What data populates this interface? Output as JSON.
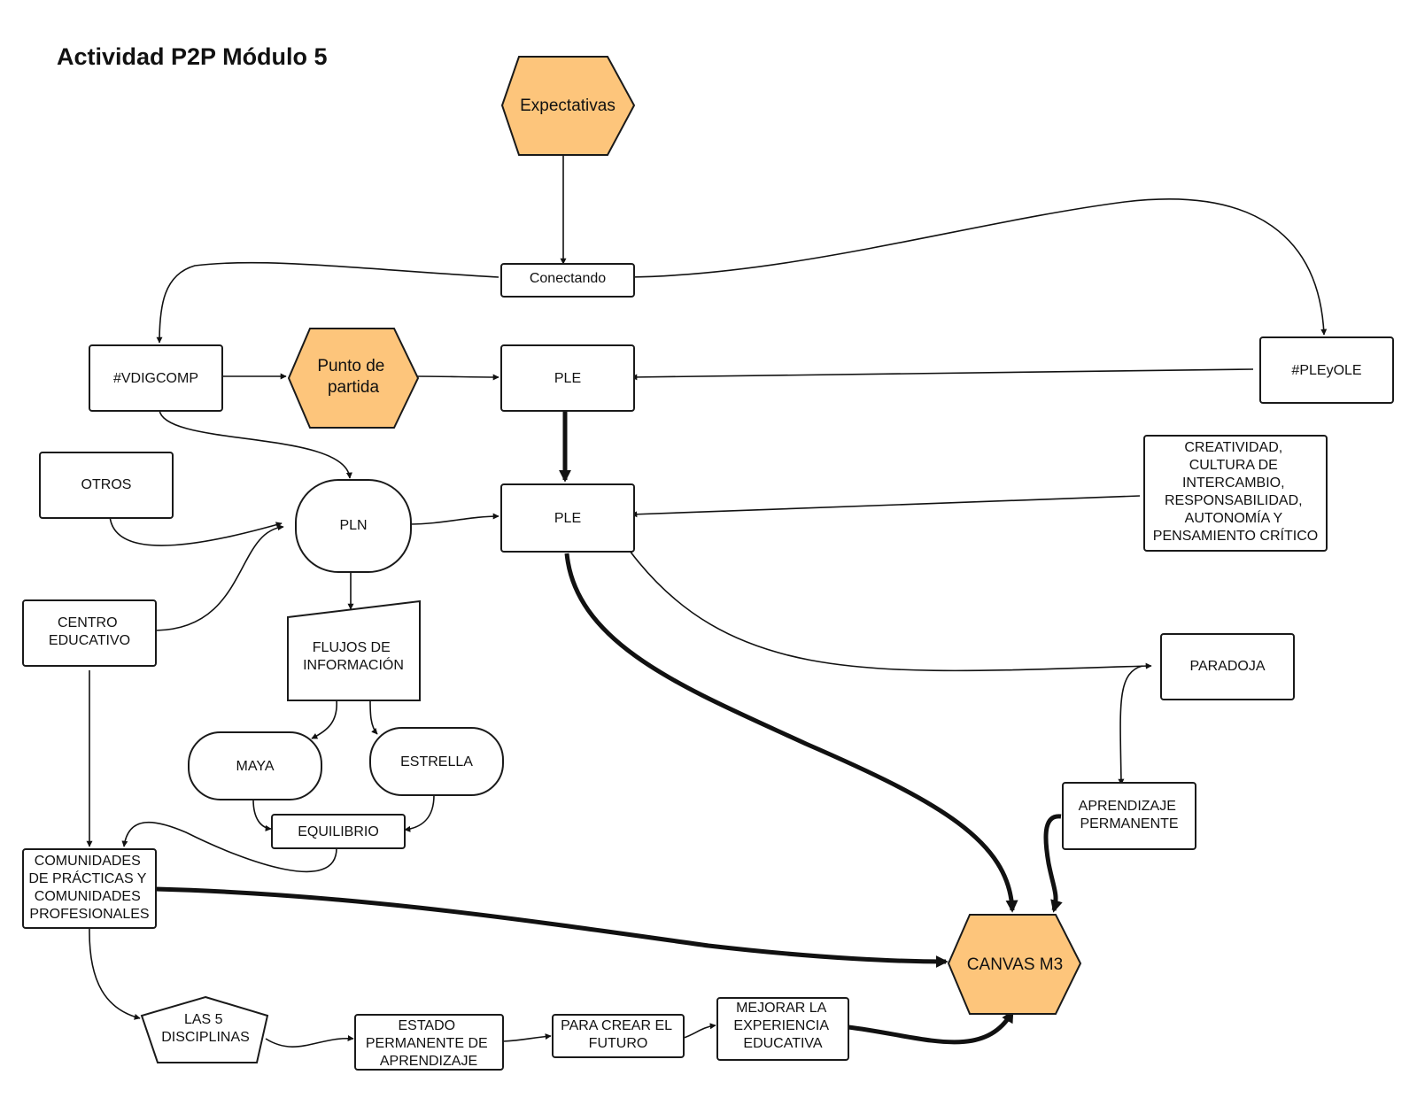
{
  "title": "Actividad P2P Módulo 5",
  "colors": {
    "accent": "#fdc57b",
    "stroke": "#1a1a1a",
    "background": "#ffffff"
  },
  "nodes": {
    "expectativas": [
      "Expectativas"
    ],
    "conectando": [
      "Conectando"
    ],
    "vdigcomp": [
      "#VDIGCOMP"
    ],
    "punto_partida": [
      "Punto de",
      "partida"
    ],
    "ple_top": [
      "PLE"
    ],
    "pleyole": [
      "#PLEyOLE"
    ],
    "otros": [
      "OTROS"
    ],
    "pln": [
      "PLN"
    ],
    "ple_mid": [
      "PLE"
    ],
    "creatividad": [
      "CREATIVIDAD,",
      "CULTURA DE",
      "INTERCAMBIO,",
      "RESPONSABILIDAD,",
      "AUTONOMÍA Y",
      "PENSAMIENTO CRÍTICO"
    ],
    "centro": [
      "CENTRO",
      "EDUCATIVO"
    ],
    "flujos": [
      "FLUJOS DE",
      "INFORMACIÓN"
    ],
    "paradoja": [
      "PARADOJA"
    ],
    "maya": [
      "MAYA"
    ],
    "estrella": [
      "ESTRELLA"
    ],
    "equilibrio": [
      "EQUILIBRIO"
    ],
    "aprendizaje": [
      "APRENDIZAJE",
      "PERMANENTE"
    ],
    "comunidades": [
      "COMUNIDADES",
      "DE PRÁCTICAS Y",
      "COMUNIDADES",
      "PROFESIONALES"
    ],
    "canvas": [
      "CANVAS M3"
    ],
    "disciplinas": [
      "LAS 5",
      "DISCIPLINAS"
    ],
    "estado": [
      "ESTADO",
      "PERMANENTE DE",
      "APRENDIZAJE"
    ],
    "crear": [
      "PARA CREAR EL",
      "FUTURO"
    ],
    "mejorar": [
      "MEJORAR LA",
      "EXPERIENCIA",
      "EDUCATIVA"
    ]
  }
}
